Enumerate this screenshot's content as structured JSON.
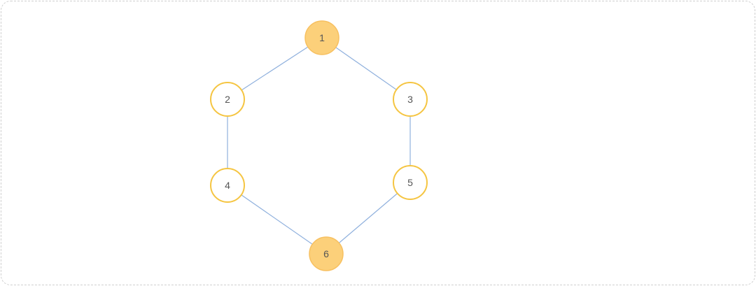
{
  "diagram": {
    "colors": {
      "edge": "#8fb0dd",
      "node_outline": "#f5c542",
      "node_filled": "#fcd07a",
      "label": "#555555"
    },
    "nodes": [
      {
        "id": "1",
        "label": "1",
        "style": "filled"
      },
      {
        "id": "2",
        "label": "2",
        "style": "outline"
      },
      {
        "id": "3",
        "label": "3",
        "style": "outline"
      },
      {
        "id": "4",
        "label": "4",
        "style": "outline"
      },
      {
        "id": "5",
        "label": "5",
        "style": "outline"
      },
      {
        "id": "6",
        "label": "6",
        "style": "filled"
      }
    ],
    "edges": [
      {
        "from": "1",
        "to": "2"
      },
      {
        "from": "1",
        "to": "3"
      },
      {
        "from": "2",
        "to": "4"
      },
      {
        "from": "3",
        "to": "5"
      },
      {
        "from": "4",
        "to": "6"
      },
      {
        "from": "5",
        "to": "6"
      }
    ]
  }
}
